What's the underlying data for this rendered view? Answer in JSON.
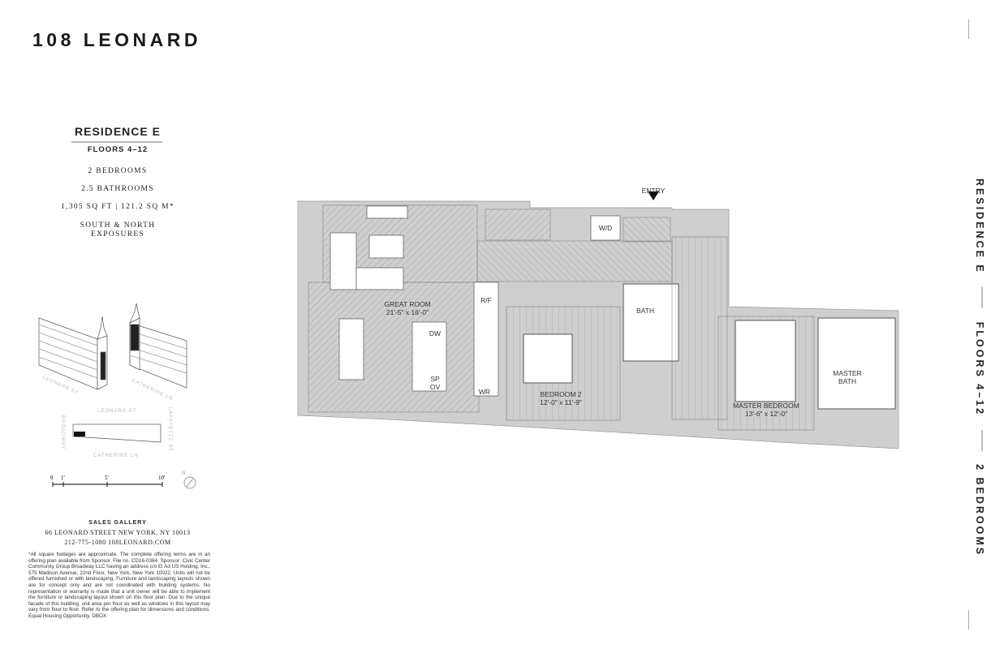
{
  "brand": "108 LEONARD",
  "residence": {
    "title": "RESIDENCE E",
    "floors": "FLOORS 4–12",
    "bedrooms": "2 BEDROOMS",
    "bathrooms": "2.5 BATHROOMS",
    "area": "1,305 SQ FT | 121.2 SQ M*",
    "exposure_line1": "SOUTH & NORTH",
    "exposure_line2": "EXPOSURES"
  },
  "key_plan": {
    "street_left_building": "LEONARD ST",
    "street_right_building": "CATHERINE LN",
    "site_top": "LEONARD ST",
    "site_bottom": "CATHERINE LN",
    "site_left": "BROADWAY",
    "site_right": "LAFAYETTE ST",
    "north_label": "N"
  },
  "scale": {
    "ticks": [
      "0",
      "1'",
      "5'",
      "10'"
    ]
  },
  "sales": {
    "title": "SALES GALLERY",
    "address": "66 LEONARD STREET   NEW YORK, NY 10013",
    "contact": "212-775-1080   108LEONARD.COM"
  },
  "disclaimer": "*All square footages are approximate. The complete offering terms are in an offering plan available from Sponsor. File no. CD16-0364. Sponsor: Civic Center Community Group Broadway LLC having an address c/o El Ad US Holding, Inc., 575 Madison Avenue, 22nd Floor, New York, New York 10022. Units will not be offered furnished or with landscaping. Furniture and landscaping layouts shown are for concept only and are not coordinated with building systems. No representation or warranty is made that a unit owner will be able to implement the furniture or landscaping layout shown on this floor plan. Due to the unique facade of this building, unit area per floor as well as windows in this layout may vary from floor to floor. Refer to the offering plan for dimensions and conditions. Equal Housing Opportunity. DBOX",
  "side_label": {
    "residence": "RESIDENCE E",
    "floors": "FLOORS 4–12",
    "bedrooms": "2 BEDROOMS"
  },
  "plan": {
    "entry": "ENTRY",
    "great_room": {
      "name": "GREAT ROOM",
      "dims": "21'-5\" x 16'-0\""
    },
    "bedroom2": {
      "name": "BEDROOM 2",
      "dims": "12'-0\" x 11'-9\""
    },
    "master_bedroom": {
      "name": "MASTER BEDROOM",
      "dims": "13'-6\" x 12'-0\""
    },
    "bath": "BATH",
    "master_bath_1": "MASTER",
    "master_bath_2": "BATH",
    "wd": "W/D",
    "rf": "R/F",
    "dw": "DW",
    "sp": "SP",
    "ov": "OV",
    "wr": "WR"
  },
  "colors": {
    "wall": "#cfcfcf",
    "text": "#222222",
    "rule": "#bbbbbb"
  }
}
